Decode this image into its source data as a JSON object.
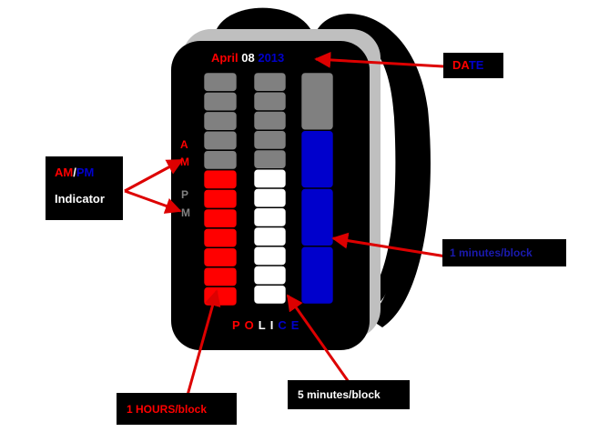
{
  "colors": {
    "background": "#ffffff",
    "watch_body": "#000000",
    "watch_shadow": "#bfbfbf",
    "strap": "#000000",
    "hour_lit": "#ff0000",
    "hour_unlit": "#808080",
    "five_min_lit": "#ffffff",
    "minute_lit": "#0000cc",
    "arrow": "#dd0000",
    "date_month": "#ff0000",
    "date_day": "#ffffff",
    "date_year": "#0000cc"
  },
  "watch": {
    "date": {
      "month": "April",
      "day": "08",
      "year": "2013"
    },
    "am_indicator": {
      "letter1": "A",
      "letter2": "M"
    },
    "pm_indicator": {
      "letter1": "P",
      "letter2": "M"
    },
    "brand": {
      "p": "P",
      "o": "O",
      "l": "L",
      "i": "I",
      "c": "C",
      "e": "E"
    },
    "hours_column": {
      "total_blocks": 12,
      "lit_blocks": 7
    },
    "five_minutes_column": {
      "total_blocks": 12,
      "lit_blocks": 7
    },
    "minutes_column": {
      "total_blocks": 4,
      "lit_blocks": 3
    }
  },
  "callouts": {
    "date": {
      "part1": "DA",
      "part2": "TE"
    },
    "ampm": {
      "am": "AM",
      "slash": "/",
      "pm": "PM",
      "indicator": "Indicator"
    },
    "one_minute": "1 minutes/block",
    "five_minutes": "5 minutes/block",
    "one_hour": "1 HOURS/block"
  }
}
